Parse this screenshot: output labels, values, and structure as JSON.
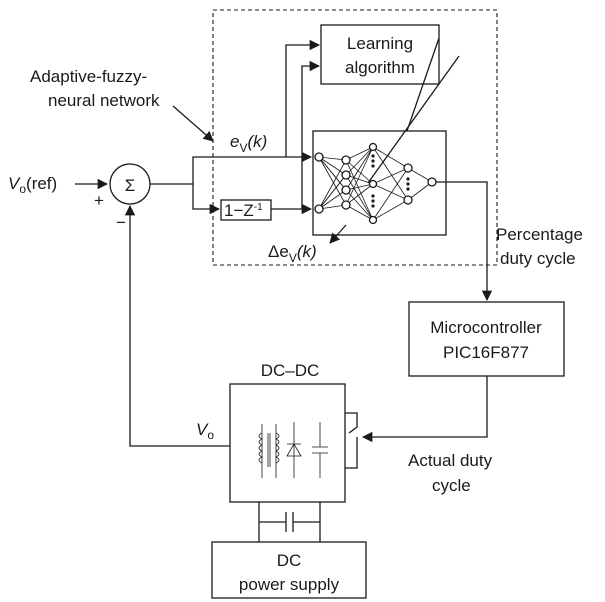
{
  "labels": {
    "network": [
      "Adaptive-fuzzy-",
      "neural network"
    ],
    "learning": [
      "Learning",
      "algorithm"
    ],
    "vref_main": "V",
    "vref_sub": "o",
    "vref_tail": "(ref)",
    "sigma": "Σ",
    "plus": "+",
    "minus": "−",
    "ev_main": "e",
    "ev_sub": "V",
    "ev_tail": "(k)",
    "dev_delta": "Δe",
    "dev_sub": "V",
    "dev_tail": "(k)",
    "z_block": "1−Z",
    "z_exp": "-1",
    "percentage": [
      "Percentage",
      "duty cycle"
    ],
    "micro": [
      "Microcontroller",
      "PIC16F877"
    ],
    "dcdc": "DC–DC",
    "vo_main": "V",
    "vo_sub": "o",
    "actual": [
      "Actual duty",
      "cycle"
    ],
    "dc_supply": [
      "DC",
      "power supply"
    ]
  }
}
